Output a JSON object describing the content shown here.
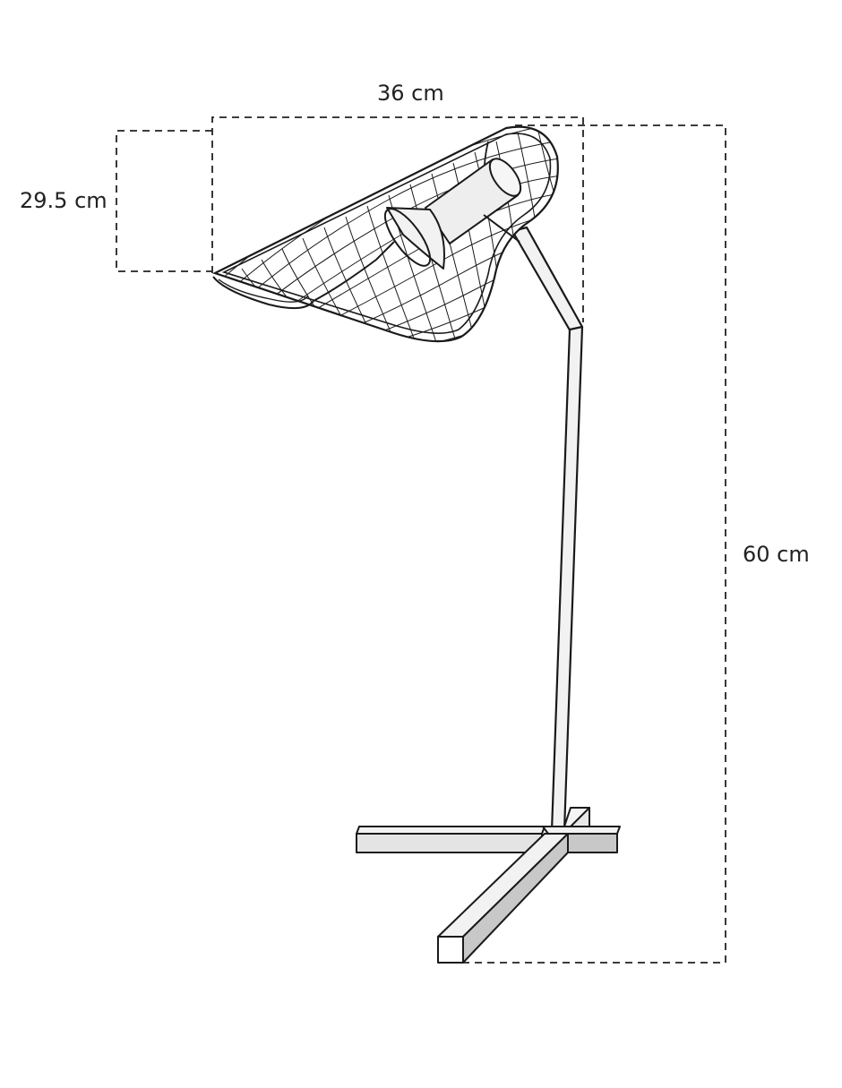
{
  "dimensions": {
    "shade_width": "36 cm",
    "shade_height": "29.5 cm",
    "total_height": "60 cm"
  },
  "colors": {
    "line": "#1a1a1a",
    "dash": "#222222",
    "fill_light": "#f2f2f2",
    "fill_mid": "#e4e4e4",
    "fill_dark": "#c8c8c8"
  }
}
